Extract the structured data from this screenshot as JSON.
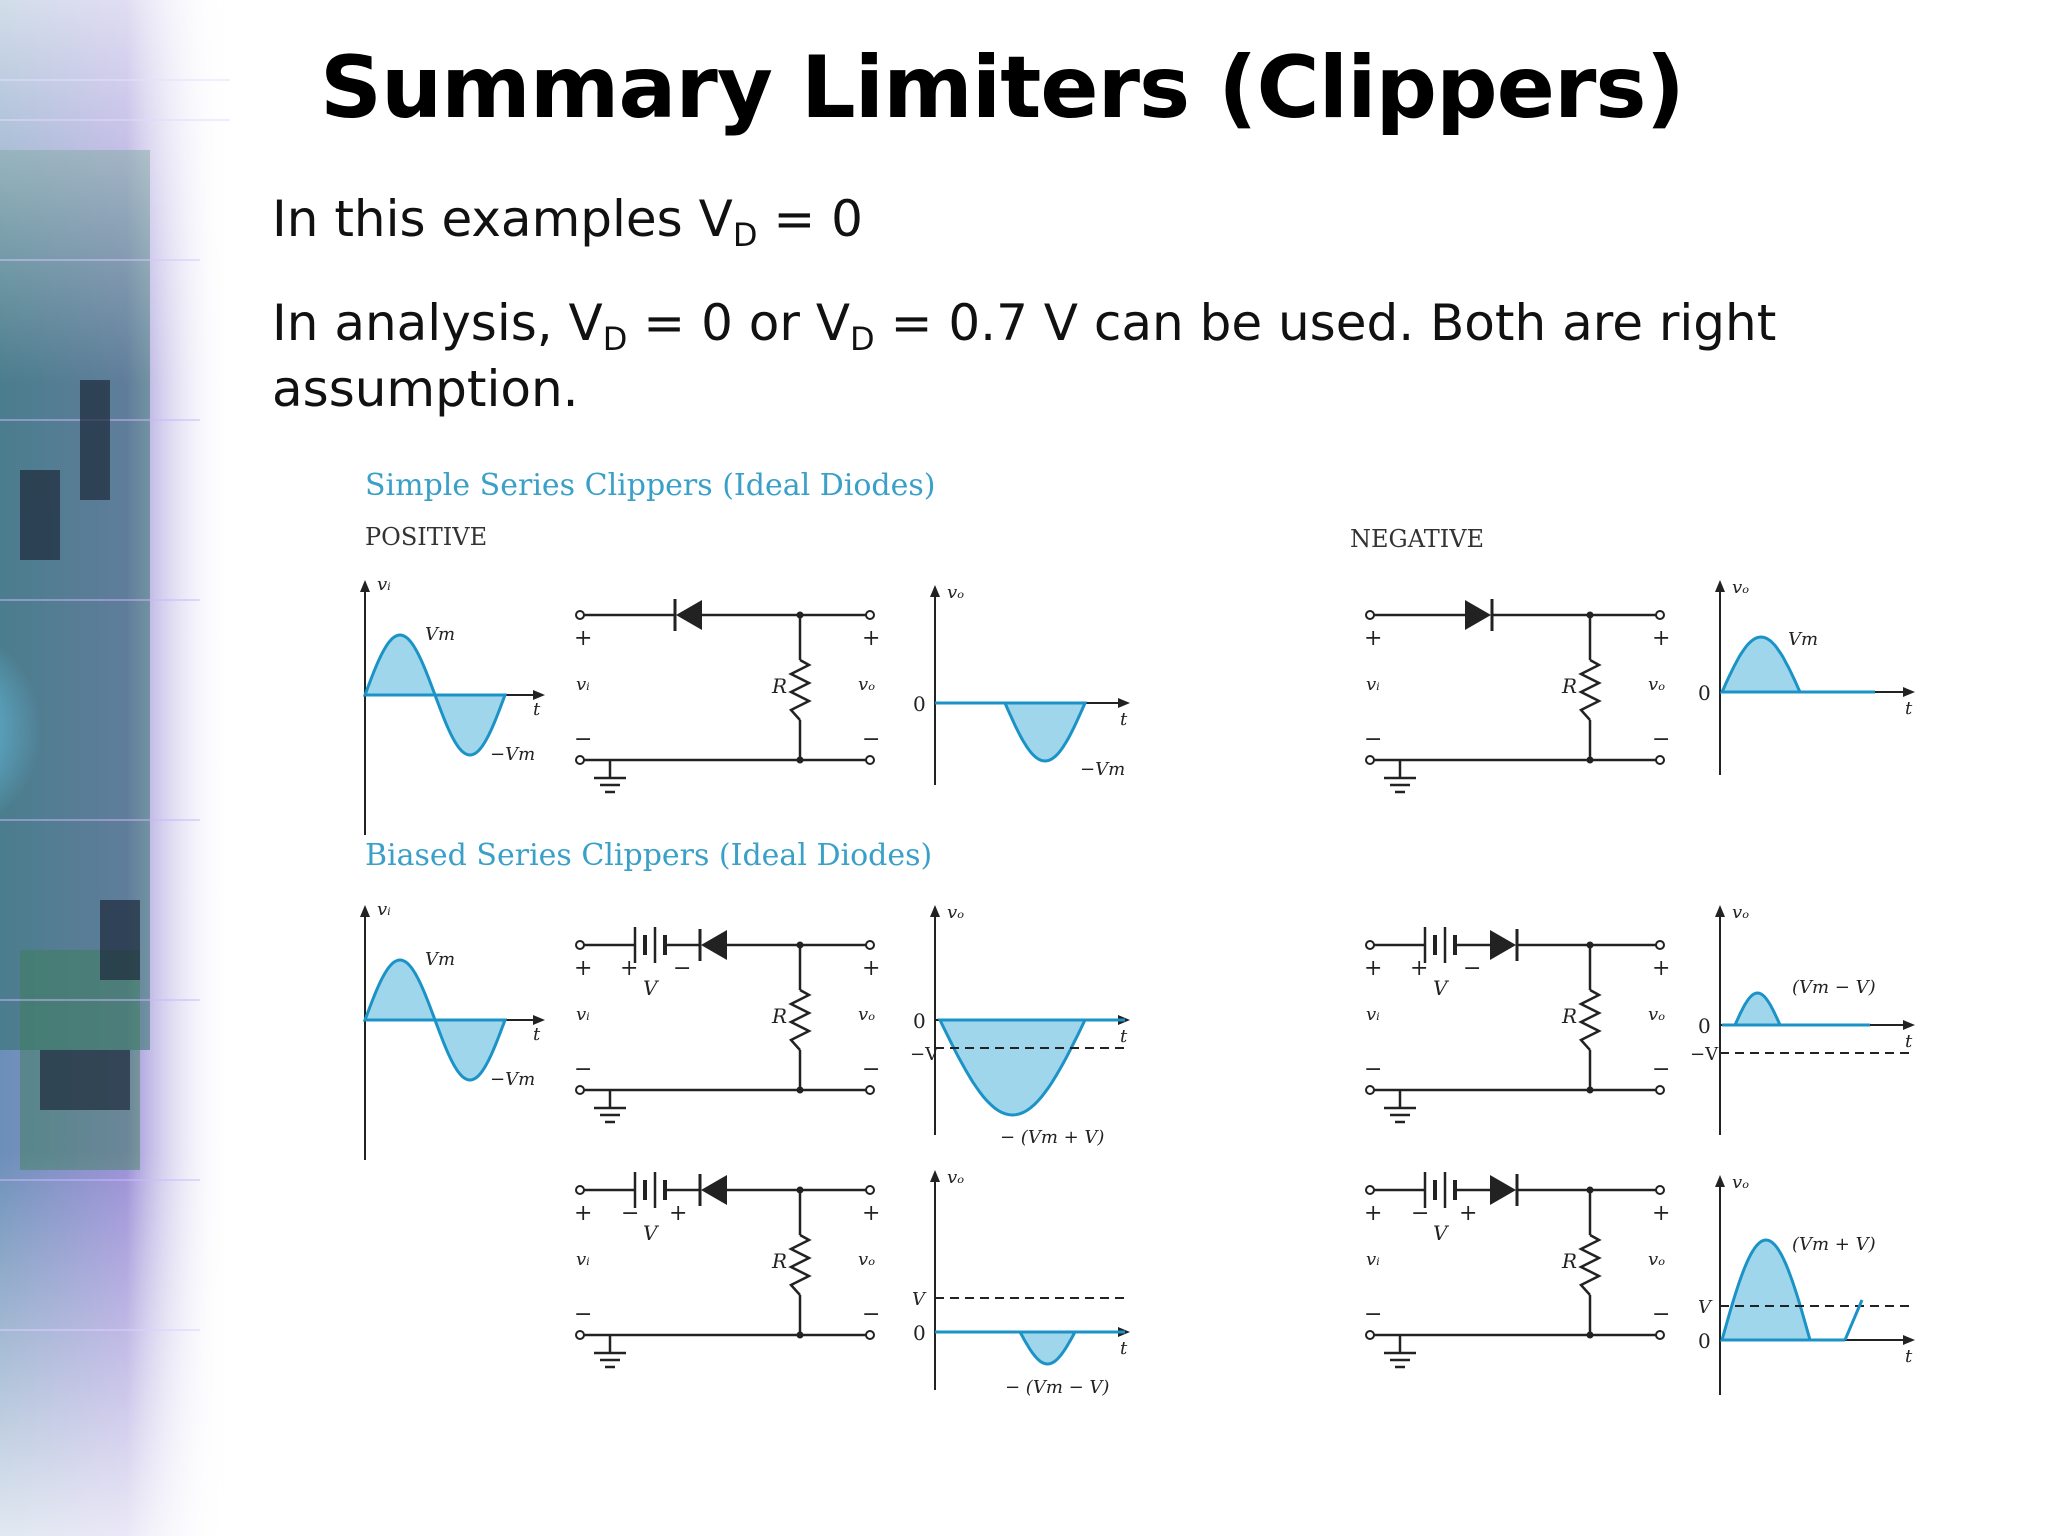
{
  "slide": {
    "title": "Summary Limiters (Clippers)",
    "line1": {
      "pre": "In this examples V",
      "sub": "D",
      "post": " = 0"
    },
    "line2": {
      "t1": "In analysis, V",
      "s1": "D",
      "t2": " = 0 or V",
      "s2": "D",
      "t3": " = 0.7 V can be used. Both are right",
      "t4": "assumption."
    }
  },
  "figure": {
    "simple_heading": "Simple Series Clippers (Ideal Diodes)",
    "biased_heading": "Biased Series Clippers (Ideal Diodes)",
    "positive_label": "POSITIVE",
    "negative_label": "NEGATIVE",
    "labels": {
      "vi": "vᵢ",
      "vo": "vₒ",
      "t": "t",
      "R": "R",
      "V": "V",
      "Vm": "Vm",
      "neg_Vm": "−Vm",
      "zero": "0",
      "plus": "+",
      "minus": "−",
      "neg_V": "−V",
      "neg_Vm_plus_V": "− (Vm + V)",
      "neg_Vm_minus_V": "− (Vm − V)",
      "Vm_minus_V": "(Vm − V)",
      "Vm_plus_V": "(Vm + V)"
    },
    "colors": {
      "heading": "#3aa0c8",
      "wave_fill": "#9fd6ec",
      "wave_line": "#1c93c6",
      "ink": "#222222"
    }
  }
}
